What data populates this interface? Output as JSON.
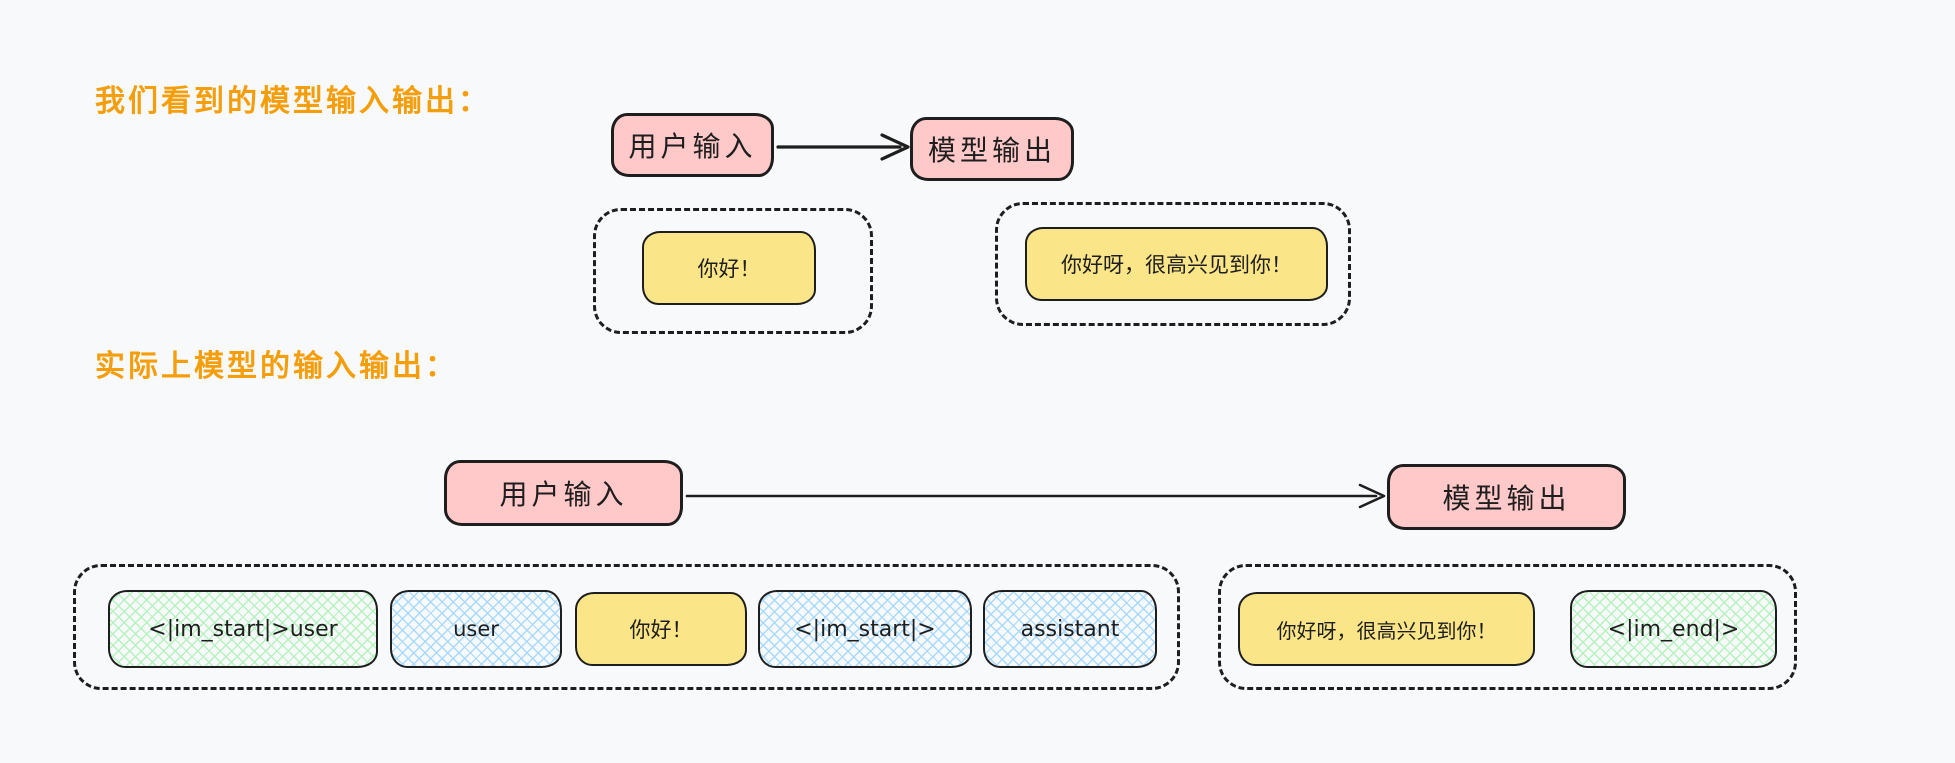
{
  "colors": {
    "background": "#f8f9fa",
    "stroke": "#1e1e1e",
    "pink_fill": "#ffc9c9",
    "yellow_fill": "#fae588",
    "green_hatch": "#b2f2bb",
    "blue_hatch": "#a5d8ff",
    "orange_text": "#f59e0b"
  },
  "sections": [
    {
      "label": "我们看到的模型输入输出："
    },
    {
      "label": "实际上模型的输入输出："
    }
  ],
  "simple_flow": {
    "user_input": "用户输入",
    "model_output": "模型输出",
    "user_message": "你好！",
    "model_message": "你好呀，很高兴见到你！"
  },
  "actual_flow": {
    "user_input": "用户输入",
    "model_output": "模型输出",
    "input_tokens": [
      {
        "text": "<|im_start|>user",
        "style": "green-hatch"
      },
      {
        "text": "user",
        "style": "blue-hatch"
      },
      {
        "text": "你好！",
        "style": "yellow-solid"
      },
      {
        "text": "<|im_start|>",
        "style": "blue-hatch"
      },
      {
        "text": "assistant",
        "style": "blue-hatch"
      }
    ],
    "output_tokens": [
      {
        "text": "你好呀，很高兴见到你！",
        "style": "yellow-solid"
      },
      {
        "text": "<|im_end|>",
        "style": "green-hatch"
      }
    ]
  }
}
